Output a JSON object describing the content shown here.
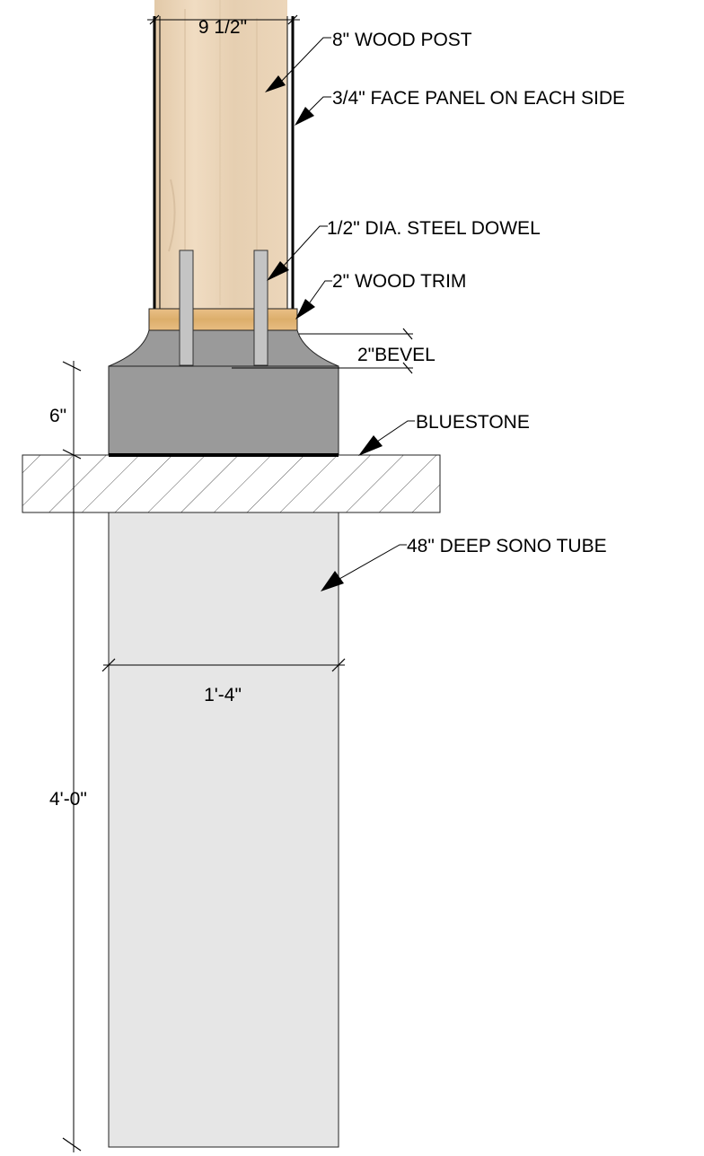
{
  "labels": {
    "post_width": "9 1/2\"",
    "wood_post": "8\" WOOD POST",
    "face_panel": "3/4\" FACE PANEL ON EACH SIDE",
    "steel_dowel": "1/2\" DIA. STEEL DOWEL",
    "wood_trim": "2\" WOOD TRIM",
    "bevel": "2\"BEVEL",
    "pier_cap_height": "6\"",
    "bluestone": "BLUESTONE",
    "sono_tube": "48\" DEEP SONO TUBE",
    "tube_width": "1'-4\"",
    "tube_depth": "4'-0\""
  },
  "colors": {
    "wood_post": "#e8d3b8",
    "wood_grain": "#d9c0a0",
    "trim": "#e3b87a",
    "concrete_cap": "#9a9a9a",
    "sono_tube": "#e6e6e6",
    "dowel": "#c4c4c4",
    "bluestone_hatch": "#555555"
  }
}
